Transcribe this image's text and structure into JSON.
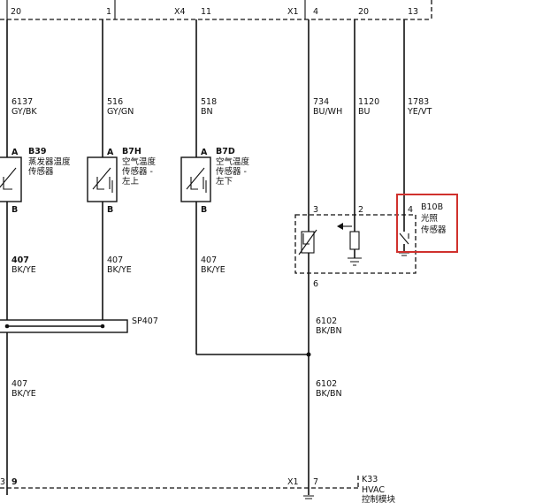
{
  "connectors": {
    "top_pins": [
      "20",
      "1",
      "11",
      "4",
      "20",
      "13"
    ],
    "x4": "X4",
    "x1_top": "X1",
    "x1_bottom": "X1",
    "bottom_left_pins": [
      "3",
      "9"
    ],
    "bottom_x1_pin": "7"
  },
  "wires": [
    {
      "circuit": "6137",
      "color": "GY/BK"
    },
    {
      "circuit": "516",
      "color": "GY/GN"
    },
    {
      "circuit": "518",
      "color": "BN"
    },
    {
      "circuit": "734",
      "color": "BU/WH"
    },
    {
      "circuit": "1120",
      "color": "BU"
    },
    {
      "circuit": "1783",
      "color": "YE/VT"
    }
  ],
  "sensors": [
    {
      "id": "B39",
      "name_line1": "蒸发器温度",
      "name_line2": "传感器",
      "name_line3": "",
      "pin_a": "A",
      "pin_b": "B"
    },
    {
      "id": "B7H",
      "name_line1": "空气温度",
      "name_line2": "传感器 -",
      "name_line3": "左上",
      "pin_a": "A",
      "pin_b": "B"
    },
    {
      "id": "B7D",
      "name_line1": "空气温度",
      "name_line2": "传感器 -",
      "name_line3": "左下",
      "pin_a": "A",
      "pin_b": "B"
    }
  ],
  "light_sensor": {
    "id": "B10B",
    "name_line1": "光照",
    "name_line2": "传感器",
    "pin": "4"
  },
  "hvac_pins": {
    "p3": "3",
    "p2": "2",
    "p6": "6"
  },
  "ground_wires": {
    "circuit": "407",
    "color": "BK/YE"
  },
  "splice": "SP407",
  "wire_6102": {
    "circuit": "6102",
    "color": "BK/BN"
  },
  "module": {
    "id": "K33",
    "line1": "HVAC",
    "line2": "控制模块"
  }
}
